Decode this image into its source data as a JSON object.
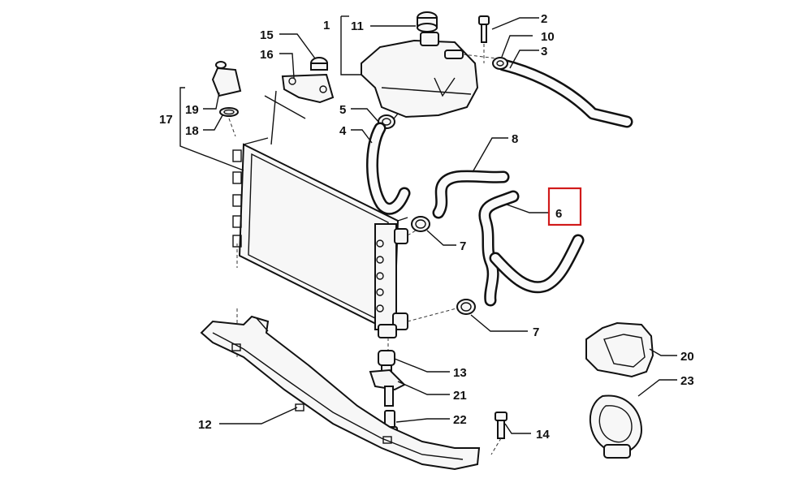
{
  "callouts": {
    "c1": "1",
    "c2": "2",
    "c3": "3",
    "c4": "4",
    "c5": "5",
    "c6": "6",
    "c7a": "7",
    "c7b": "7",
    "c8": "8",
    "c10": "10",
    "c11": "11",
    "c12": "12",
    "c13": "13",
    "c14": "14",
    "c15": "15",
    "c16": "16",
    "c17": "17",
    "c18": "18",
    "c19": "19",
    "c20": "20",
    "c21": "21",
    "c22": "22",
    "c23": "23"
  },
  "highlight": {
    "callout": "6",
    "color": "#d11a1a"
  },
  "icons": {
    "radiator": "radiator-icon",
    "expansion_tank": "expansion-tank-icon",
    "hose": "hose-icon",
    "clamp": "clamp-icon",
    "bolt": "bolt-icon",
    "bracket": "bracket-icon",
    "cap": "cap-icon",
    "seal": "seal-icon",
    "crossmember": "crossmember-icon"
  }
}
